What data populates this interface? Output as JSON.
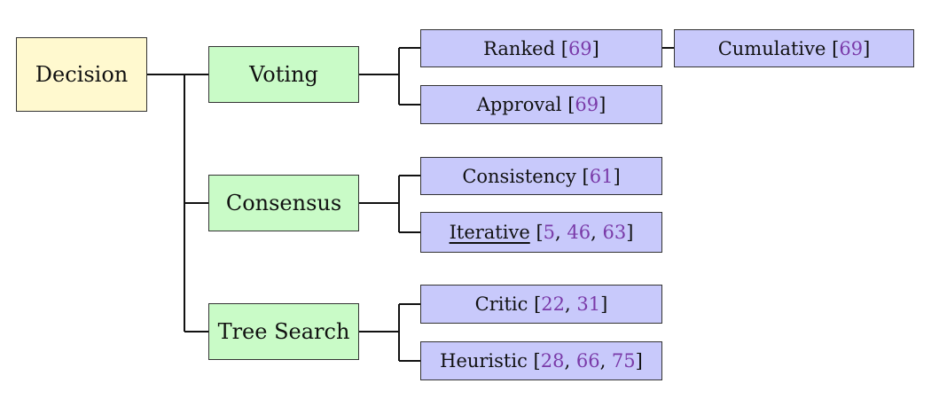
{
  "root": {
    "label": "Decision"
  },
  "groups": [
    {
      "label": "Voting",
      "leaves": [
        {
          "label": "Ranked",
          "cites": [
            "69"
          ]
        },
        {
          "label": "Approval",
          "cites": [
            "69"
          ]
        }
      ],
      "extra": {
        "label": "Cumulative",
        "cites": [
          "69"
        ]
      }
    },
    {
      "label": "Consensus",
      "leaves": [
        {
          "label": "Consistency",
          "cites": [
            "61"
          ]
        },
        {
          "label": "Iterative",
          "cites": [
            "5",
            "46",
            "63"
          ]
        }
      ]
    },
    {
      "label": "Tree Search",
      "leaves": [
        {
          "label": "Critic",
          "cites": [
            "22",
            "31"
          ]
        },
        {
          "label": "Heuristic",
          "cites": [
            "28",
            "66",
            "75"
          ]
        }
      ]
    }
  ]
}
